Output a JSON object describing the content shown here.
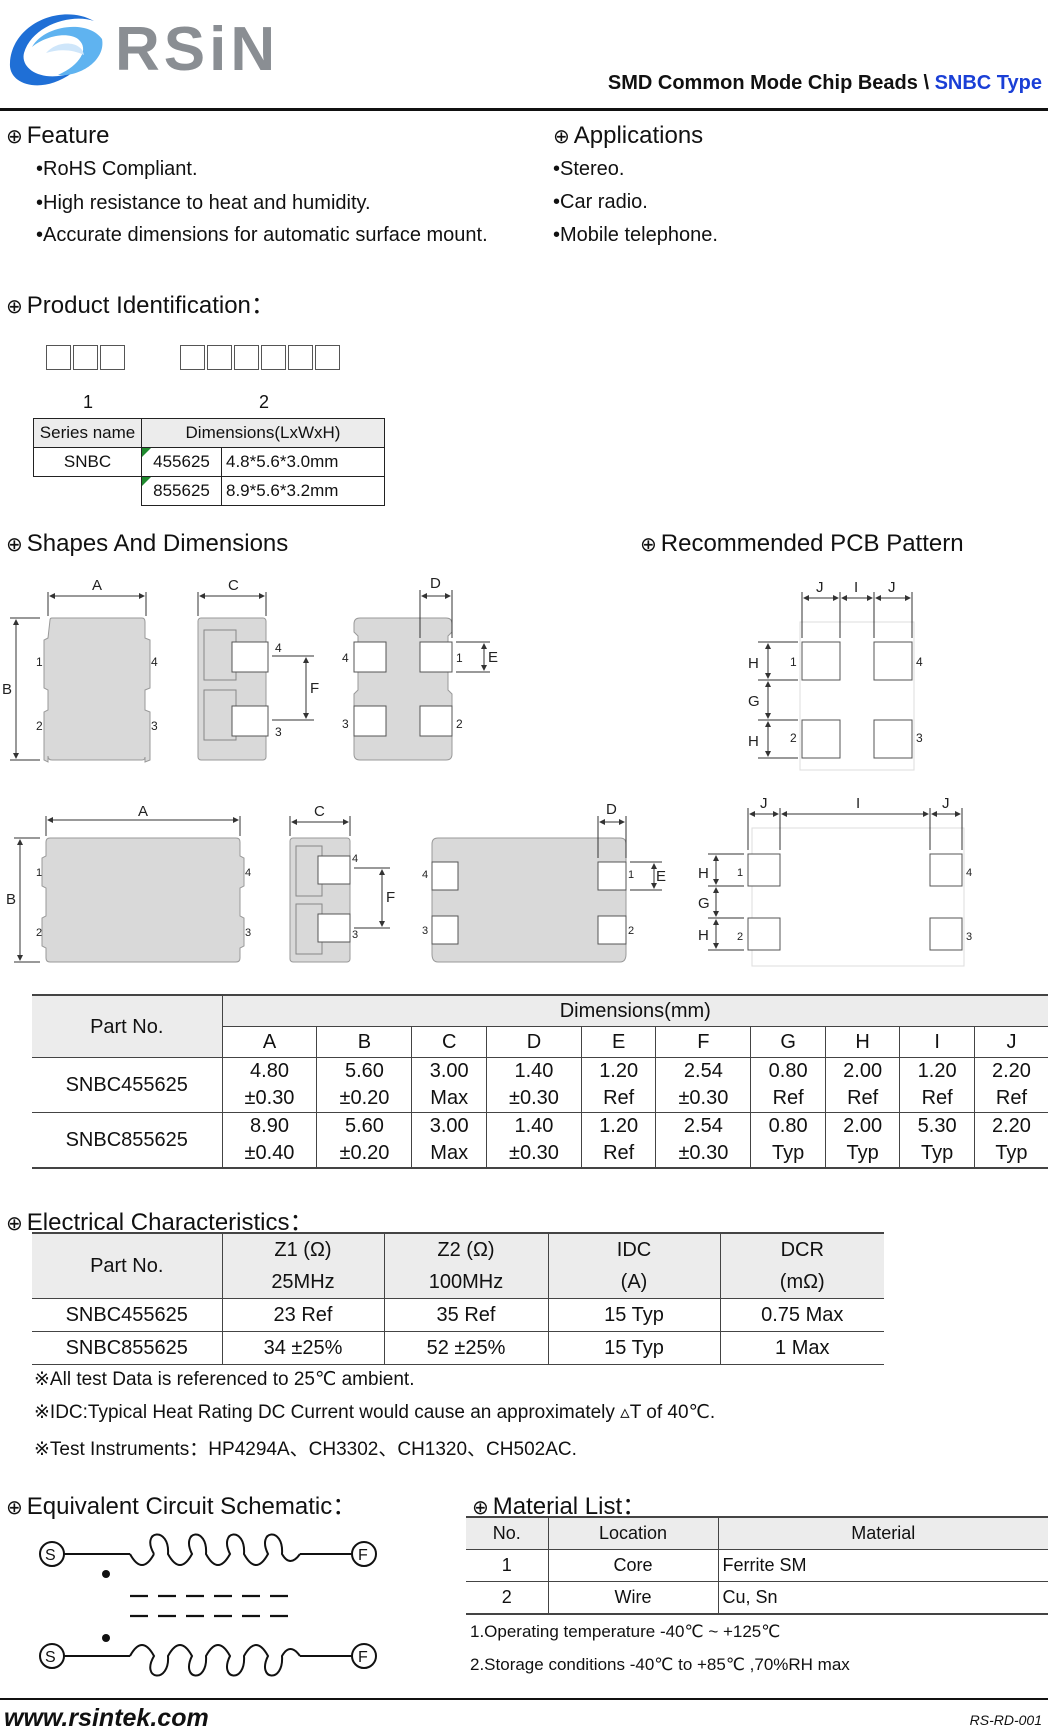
{
  "header": {
    "brand": "RSiN",
    "title_main": "SMD Common Mode Chip Beads",
    "title_sep": "\\",
    "title_type": "SNBC Type"
  },
  "feature": {
    "heading": "Feature",
    "items": [
      "•RoHS Compliant.",
      "•High resistance to heat and humidity.",
      "•Accurate dimensions for automatic surface mount."
    ]
  },
  "applications": {
    "heading": "Applications",
    "items": [
      "•Stereo.",
      "•Car radio.",
      "•Mobile telephone."
    ]
  },
  "product_id": {
    "heading": "Product Identification：",
    "label1": "1",
    "label2": "2",
    "table": {
      "col1": "Series name",
      "col2": "Dimensions(LxWxH)",
      "series": "SNBC",
      "rows": [
        {
          "code": "455625",
          "dim": "4.8*5.6*3.0mm"
        },
        {
          "code": "855625",
          "dim": "8.9*5.6*3.2mm"
        }
      ]
    }
  },
  "shapes": {
    "heading": "Shapes And Dimensions",
    "pcb_heading": "Recommended PCB Pattern",
    "labels": {
      "A": "A",
      "B": "B",
      "C": "C",
      "D": "D",
      "E": "E",
      "F": "F",
      "G": "G",
      "H": "H",
      "I": "I",
      "J": "J",
      "p1": "1",
      "p2": "2",
      "p3": "3",
      "p4": "4"
    }
  },
  "dimensions": {
    "part_header": "Part No.",
    "group_header": "Dimensions(mm)",
    "cols": [
      "A",
      "B",
      "C",
      "D",
      "E",
      "F",
      "G",
      "H",
      "I",
      "J"
    ],
    "rows": [
      {
        "part": "SNBC455625",
        "top": [
          "4.80",
          "5.60",
          "3.00",
          "1.40",
          "1.20",
          "2.54",
          "0.80",
          "2.00",
          "1.20",
          "2.20"
        ],
        "bot": [
          "±0.30",
          "±0.20",
          "Max",
          "±0.30",
          "Ref",
          "±0.30",
          "Ref",
          "Ref",
          "Ref",
          "Ref"
        ]
      },
      {
        "part": "SNBC855625",
        "top": [
          "8.90",
          "5.60",
          "3.00",
          "1.40",
          "1.20",
          "2.54",
          "0.80",
          "2.00",
          "5.30",
          "2.20"
        ],
        "bot": [
          "±0.40",
          "±0.20",
          "Max",
          "±0.30",
          "Ref",
          "±0.30",
          "Typ",
          "Typ",
          "Typ",
          "Typ"
        ]
      }
    ]
  },
  "electrical": {
    "heading": "Electrical Characteristics：",
    "part_header": "Part No.",
    "cols": [
      {
        "top": "Z1 (Ω)",
        "bot": "25MHz"
      },
      {
        "top": "Z2 (Ω)",
        "bot": "100MHz"
      },
      {
        "top": "IDC",
        "bot": "(A)"
      },
      {
        "top": "DCR",
        "bot": "(mΩ)"
      }
    ],
    "rows": [
      {
        "part": "SNBC455625",
        "vals": [
          "23 Ref",
          "35 Ref",
          "15 Typ",
          "0.75 Max"
        ]
      },
      {
        "part": "SNBC855625",
        "vals": [
          "34 ±25%",
          "52 ±25%",
          "15 Typ",
          "1 Max"
        ]
      }
    ],
    "notes": [
      "※All test Data is referenced to 25℃ ambient.",
      "※IDC:Typical Heat Rating DC Current would cause an approximately ▵T of 40℃.",
      "※Test Instruments：HP4294A、CH3302、CH1320、CH502AC."
    ]
  },
  "circuit": {
    "heading": "Equivalent Circuit Schematic：",
    "s_label": "S",
    "f_label": "F"
  },
  "material": {
    "heading": "Material List：",
    "cols": [
      "No.",
      "Location",
      "Material"
    ],
    "rows": [
      {
        "no": "1",
        "loc": "Core",
        "mat": "Ferrite SM"
      },
      {
        "no": "2",
        "loc": "Wire",
        "mat": "Cu, Sn"
      }
    ],
    "notes": [
      "1.Operating temperature -40℃ ~ +125℃",
      "2.Storage conditions  -40℃ to +85℃ ,70%RH max"
    ]
  },
  "footer": {
    "url": "www.rsintek.com",
    "code": "RS-RD-001"
  },
  "colors": {
    "accent_blue": "#1a3fd6",
    "logo_blue": "#1f6fd6",
    "grey_body": "#d9d9d9"
  },
  "icons": [
    "logo-swoosh-icon",
    "circle-plus-icon"
  ]
}
